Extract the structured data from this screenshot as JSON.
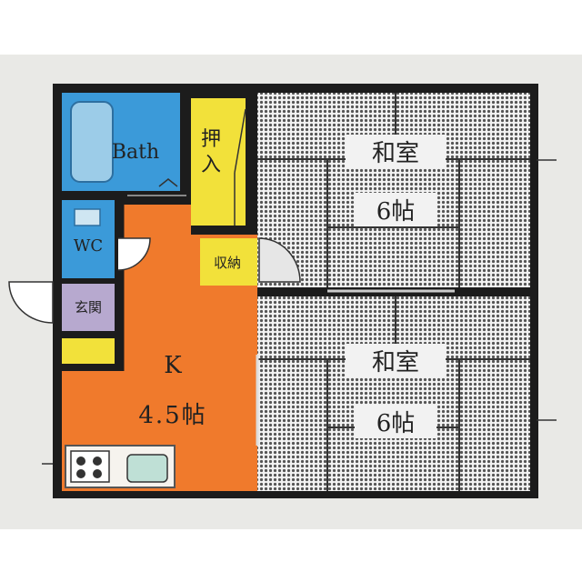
{
  "floorplan": {
    "bath": {
      "label": "Bath",
      "color": "#3b9ad9"
    },
    "wc": {
      "label": "WC",
      "color": "#3b9ad9"
    },
    "closet": {
      "label": "押入",
      "color": "#f2e13a"
    },
    "storage": {
      "label": "収納",
      "color": "#f2e13a"
    },
    "genkan": {
      "label": "玄関",
      "color": "#b7a9cf"
    },
    "kitchen": {
      "label_letter": "K",
      "label_size": "4.5帖",
      "color": "#f07a2c"
    },
    "washitsu_top": {
      "label_name": "和室",
      "label_size": "6帖"
    },
    "washitsu_bottom": {
      "label_name": "和室",
      "label_size": "6帖"
    },
    "colors": {
      "wall": "#1c1c1c",
      "tatami": "#8f8f8f",
      "background": "#e9e9e6"
    }
  }
}
